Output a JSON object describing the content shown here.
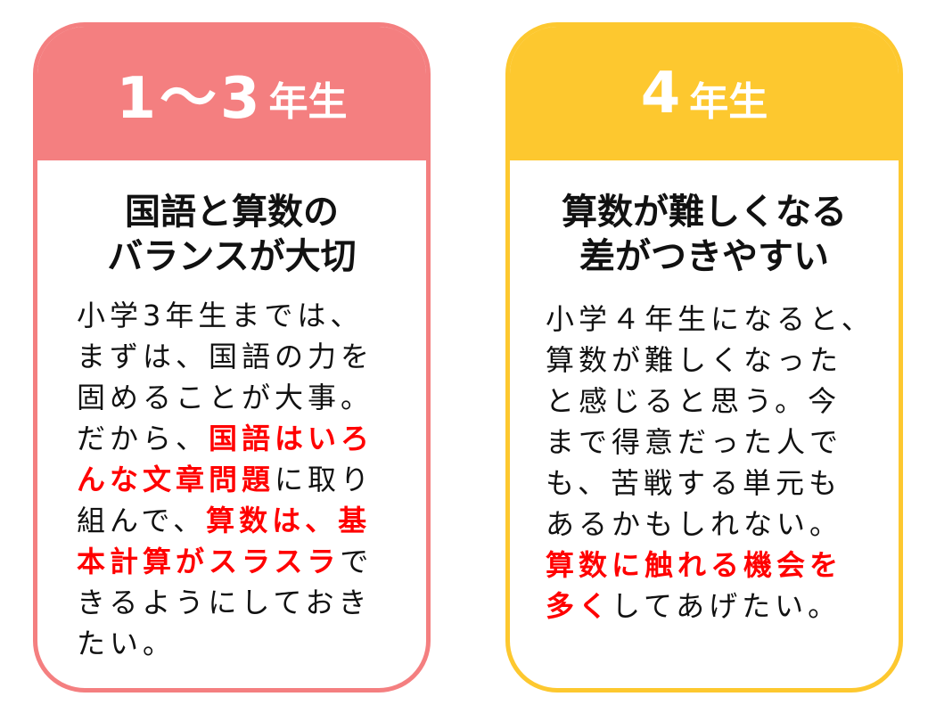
{
  "cards": [
    {
      "grade_number": "1〜3",
      "grade_suffix": "年生",
      "heading": [
        "国語と算数の",
        "バランスが大切"
      ],
      "body_lines": [
        [
          {
            "text": "小学3年生までは、",
            "red": false
          }
        ],
        [
          {
            "text": "まずは、国語の力を",
            "red": false
          }
        ],
        [
          {
            "text": "固めることが大事。",
            "red": false
          }
        ],
        [
          {
            "text": "だから、",
            "red": false
          },
          {
            "text": "国語はいろ",
            "red": true
          }
        ],
        [
          {
            "text": "んな文章問題",
            "red": true
          },
          {
            "text": "に取り",
            "red": false
          }
        ],
        [
          {
            "text": "組んで、",
            "red": false
          },
          {
            "text": "算数は、基",
            "red": true
          }
        ],
        [
          {
            "text": "本計算がスラスラ",
            "red": true
          },
          {
            "text": "で",
            "red": false
          }
        ],
        [
          {
            "text": "きるようにしておき",
            "red": false
          }
        ],
        [
          {
            "text": "たい。",
            "red": false
          }
        ]
      ]
    },
    {
      "grade_number": "4",
      "grade_suffix": "年生",
      "heading": [
        "算数が難しくなる",
        "差がつきやすい"
      ],
      "body_lines": [
        [
          {
            "text": "小学４年生になると、",
            "red": false
          }
        ],
        [
          {
            "text": "算数が難しくなった",
            "red": false
          }
        ],
        [
          {
            "text": "と感じると思う。今",
            "red": false
          }
        ],
        [
          {
            "text": "まで得意だった人で",
            "red": false
          }
        ],
        [
          {
            "text": "も、苦戦する単元も",
            "red": false
          }
        ],
        [
          {
            "text": "あるかもしれない。",
            "red": false
          }
        ],
        [
          {
            "text": "算数に触れる機会を",
            "red": true
          }
        ],
        [
          {
            "text": "多く",
            "red": true
          },
          {
            "text": "してあげたい。",
            "red": false
          }
        ]
      ]
    }
  ],
  "colors": {
    "left": "#f47f80",
    "right": "#fdc82f",
    "highlight": "#ff0000"
  }
}
